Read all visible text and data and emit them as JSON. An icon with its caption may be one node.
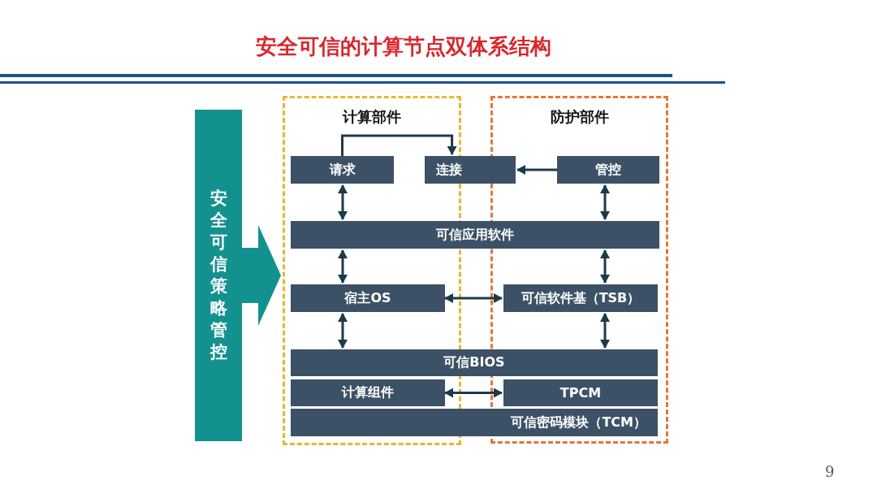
{
  "diagram": {
    "title": "安全可信的计算节点双体系结构",
    "nodes": [
      {
        "text": [
          "计算部件"
        ]
      },
      {
        "text": [
          "防护部件"
        ]
      },
      {
        "text": [
          "请求"
        ],
        "in": 0
      },
      {
        "text": [
          "连接"
        ]
      },
      {
        "text": [
          "管控"
        ],
        "in": 1
      },
      {
        "text": [
          "可信应用软件"
        ]
      },
      {
        "text": [
          "宿主OS"
        ],
        "in": 0
      },
      {
        "text": [
          "可信软件基（TSB）"
        ],
        "in": 1
      },
      {
        "text": [
          "可信BIOS"
        ]
      },
      {
        "text": [
          "计算组件"
        ],
        "in": 0
      },
      {
        "text": [
          "TPCM"
        ],
        "in": 1
      },
      {
        "text": [
          "可信密码模块（TCM）"
        ]
      },
      {
        "text": [
          "安全可信策略管控"
        ]
      }
    ],
    "edges": [
      {
        "from": 2,
        "to": 3,
        "arrow": "to"
      },
      {
        "from": 4,
        "to": 3,
        "arrow": "to"
      },
      {
        "from": 2,
        "to": 5,
        "arrow": "both"
      },
      {
        "from": 4,
        "to": 5,
        "arrow": "both"
      },
      {
        "from": 5,
        "to": 6,
        "arrow": "both"
      },
      {
        "from": 5,
        "to": 7,
        "arrow": "both"
      },
      {
        "from": 6,
        "to": 7,
        "arrow": "both"
      },
      {
        "from": 6,
        "to": 8,
        "arrow": "both"
      },
      {
        "from": 7,
        "to": 8,
        "arrow": "both"
      },
      {
        "from": 9,
        "to": 10,
        "arrow": "both"
      },
      {
        "from": 12,
        "to": 0,
        "arrow": "to",
        "style": "thick",
        "color": "#13918f"
      }
    ],
    "labels": [
      "9"
    ]
  }
}
